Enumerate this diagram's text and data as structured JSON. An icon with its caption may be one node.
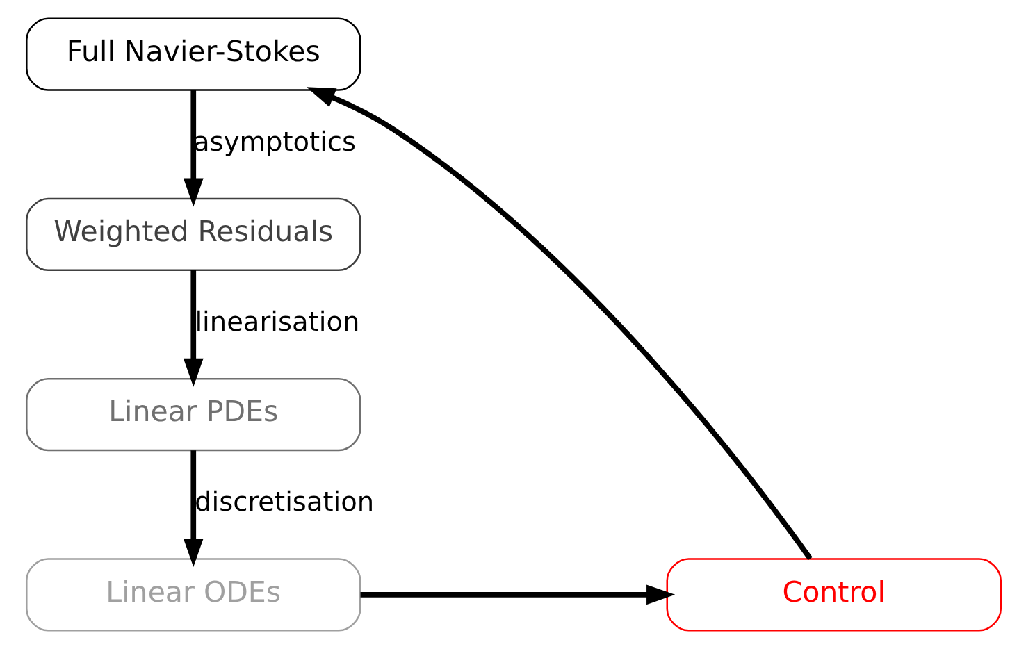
{
  "diagram": {
    "nodes": [
      {
        "text": [
          "Full Navier-Stokes"
        ]
      },
      {
        "text": [
          "Weighted Residuals"
        ]
      },
      {
        "text": [
          "Linear PDEs"
        ]
      },
      {
        "text": [
          "Linear ODEs"
        ]
      },
      {
        "text": [
          "Control"
        ]
      }
    ],
    "edges": [
      {
        "from": 0,
        "to": 1,
        "arrow": "to",
        "label": "asymptotics"
      },
      {
        "from": 1,
        "to": 2,
        "arrow": "to",
        "label": "linearisation"
      },
      {
        "from": 2,
        "to": 3,
        "arrow": "to",
        "label": "discretisation"
      },
      {
        "from": 3,
        "to": 4,
        "arrow": "to"
      },
      {
        "from": 4,
        "to": 0,
        "arrow": "to"
      }
    ]
  }
}
